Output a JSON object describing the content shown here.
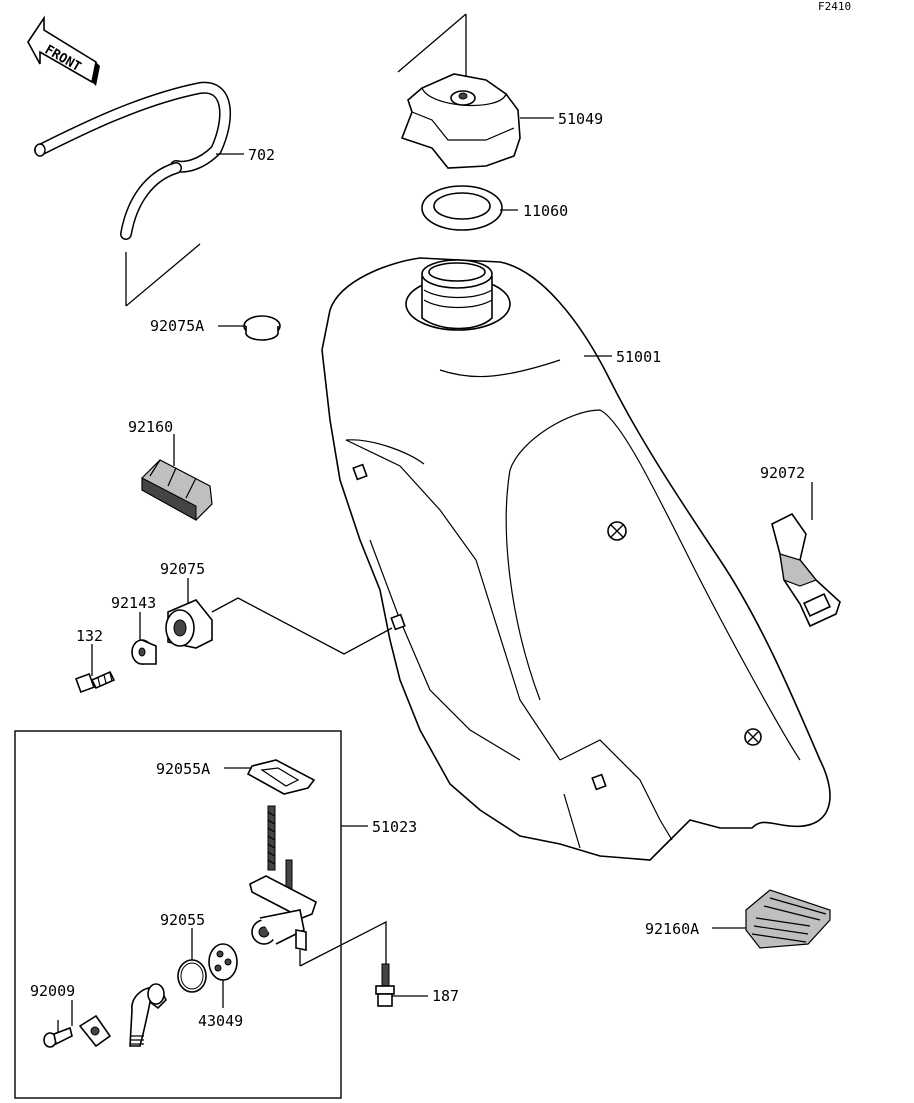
{
  "figure_code": "F2410",
  "front_arrow_text": "FRONT",
  "callouts": {
    "cap": "51049",
    "cap_gasket": "11060",
    "breather_hose": "702",
    "cap_plug": "92075A",
    "fuel_tank": "51001",
    "damper_pad": "92160",
    "tank_strap": "92072",
    "grommet": "92075",
    "collar": "92143",
    "bolt_mount": "132",
    "fuel_cock_assy": "51023",
    "cock_gasket": "92055A",
    "o_ring": "92055",
    "filter": "43049",
    "screw": "92009",
    "cock_bolt": "187",
    "rear_pad": "92160A"
  }
}
